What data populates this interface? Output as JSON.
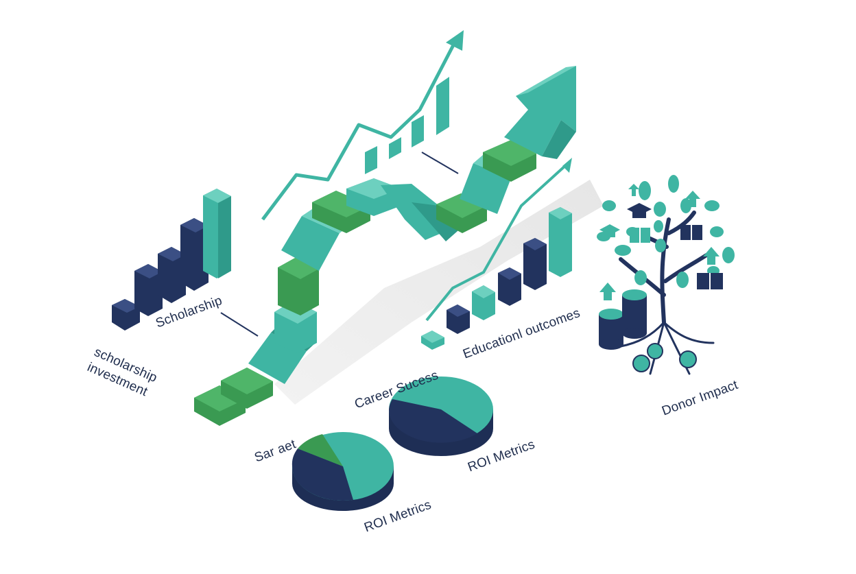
{
  "labels": {
    "scholarship_investment_line1": "scholarship",
    "scholarship_investment_line2": "investment",
    "scholarship": "Scholarship",
    "career_success": "Career Sucess",
    "educational_outcomes": "Educationl outcomes",
    "donor_impact": "Donor Impact",
    "sar_aet": "Sar aet",
    "roi_metrics_left": "ROI Metrics",
    "roi_metrics_right": "ROI Metrics"
  },
  "icons": [
    "graduation-cap-icon",
    "book-icon",
    "up-arrow-icon",
    "coin-stack-icon",
    "dollar-coin-icon",
    "leaf-icon"
  ],
  "colors": {
    "navy": "#22335e",
    "teal": "#3fb5a3",
    "green": "#3a9a52",
    "shadow": "#ececec",
    "text": "#1f2d4d"
  }
}
